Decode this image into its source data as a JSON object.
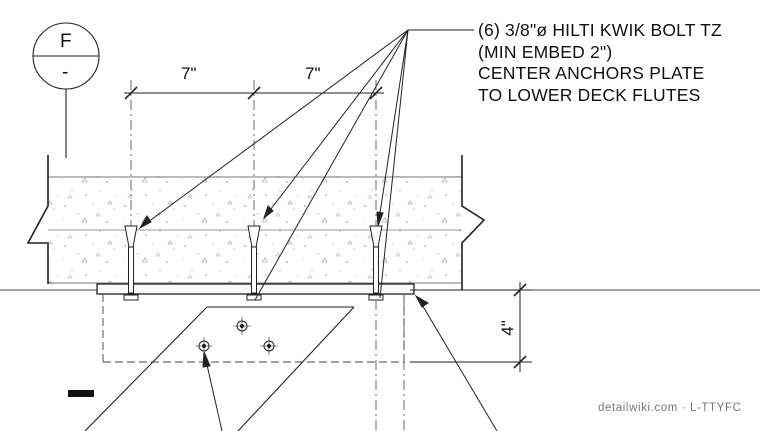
{
  "detail_tag": {
    "letter": "F",
    "sheet": "-"
  },
  "callout": {
    "lines": [
      "(6) 3/8\"ø HILTI KWIK BOLT TZ",
      "(MIN EMBED 2\")",
      "CENTER ANCHORS PLATE",
      "TO LOWER DECK FLUTES"
    ]
  },
  "dimensions": {
    "spacing_left": "7\"",
    "spacing_right": "7\"",
    "plate_depth": "4\""
  },
  "credit": "detailwiki.com · L-TTYFC"
}
